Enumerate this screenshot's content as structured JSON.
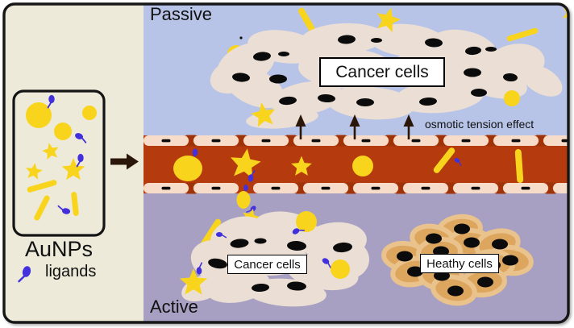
{
  "figure": {
    "passive_label": "Passive",
    "active_label": "Active",
    "cancer_cells_top_label": "Cancer cells",
    "cancer_cells_bottom_label": "Cancer cells",
    "healthy_cells_label": "Heathy cells",
    "osmotic_label": "osmotic tension effect",
    "aunps_label": "AuNPs",
    "ligands_label": "ligands"
  },
  "colors": {
    "canvas": "#ffffff",
    "frame": "#161616",
    "cream": "#edead9",
    "blue": "#b7c4e7",
    "purple": "#a8a0c3",
    "vessel": "#b53a0e",
    "endothelium": "#f8dcca",
    "junction": "#9e3208",
    "cancer-cell": "#ebded4",
    "healthy-cell": "#dda65f",
    "healthy-rim": "#eac28c",
    "nucleus": "#0b0b0b",
    "gold": "#f9d41d",
    "ligand-blue": "#4130dc",
    "arrow": "#2b160a",
    "text": "#111111",
    "labelbox-bg": "#ffffff"
  }
}
